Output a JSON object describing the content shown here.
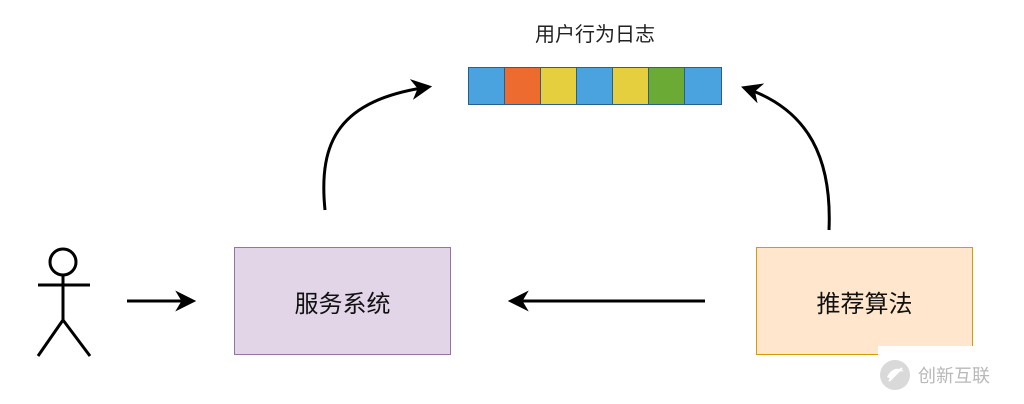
{
  "log": {
    "title": "用户行为日志",
    "cells": [
      "#4aa3df",
      "#ee6b2f",
      "#e6cf3f",
      "#4aa3df",
      "#e6cf3f",
      "#6aaa35",
      "#4aa3df"
    ]
  },
  "service": {
    "label": "服务系统",
    "fill": "#e1d5e7",
    "stroke": "#9673a6"
  },
  "algorithm": {
    "label": "推荐算法",
    "fill": "#ffe6cc",
    "stroke": "#d79b00"
  },
  "watermark": {
    "label": "创新互联"
  }
}
